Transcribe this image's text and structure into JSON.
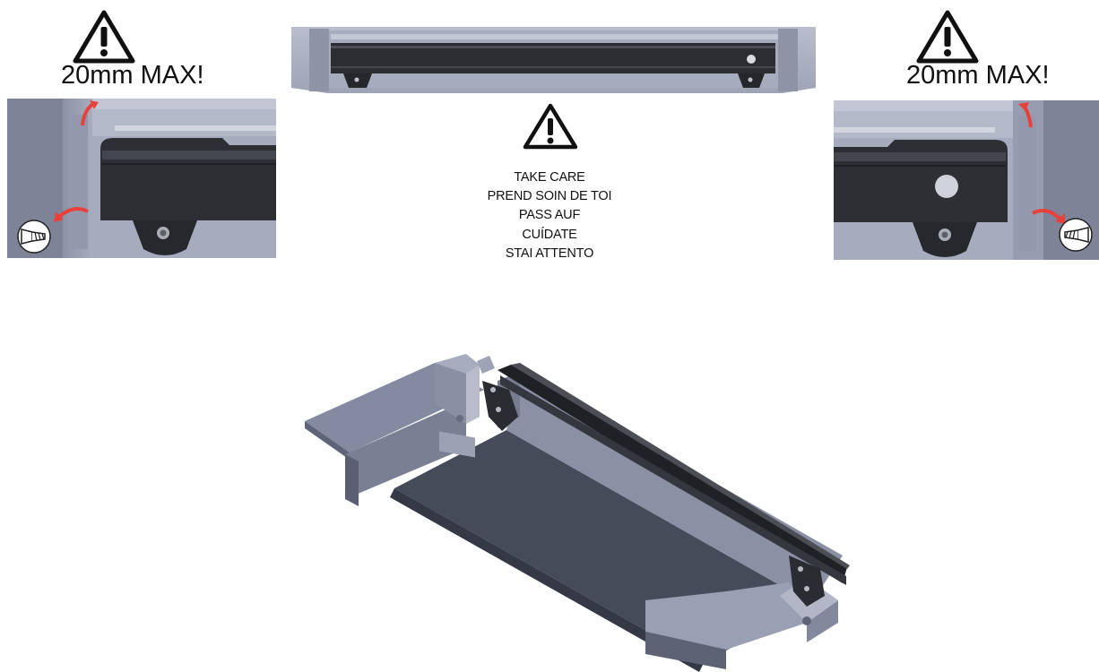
{
  "warning_left": {
    "text": "20mm MAX!",
    "icon": "warning-triangle-icon"
  },
  "warning_right": {
    "text": "20mm MAX!",
    "icon": "warning-triangle-icon"
  },
  "center_warning": {
    "icon": "warning-triangle-icon"
  },
  "care_messages": [
    "TAKE CARE",
    "PREND SOIN DE TOI",
    "PASS AUF",
    "CUÍDATE",
    "STAI ATTENTO"
  ],
  "colors": {
    "frame": "#9aa0b3",
    "frame_dark": "#5b6072",
    "rail": "#2a2c30",
    "arrow": "#e8413c",
    "text": "#111111"
  }
}
